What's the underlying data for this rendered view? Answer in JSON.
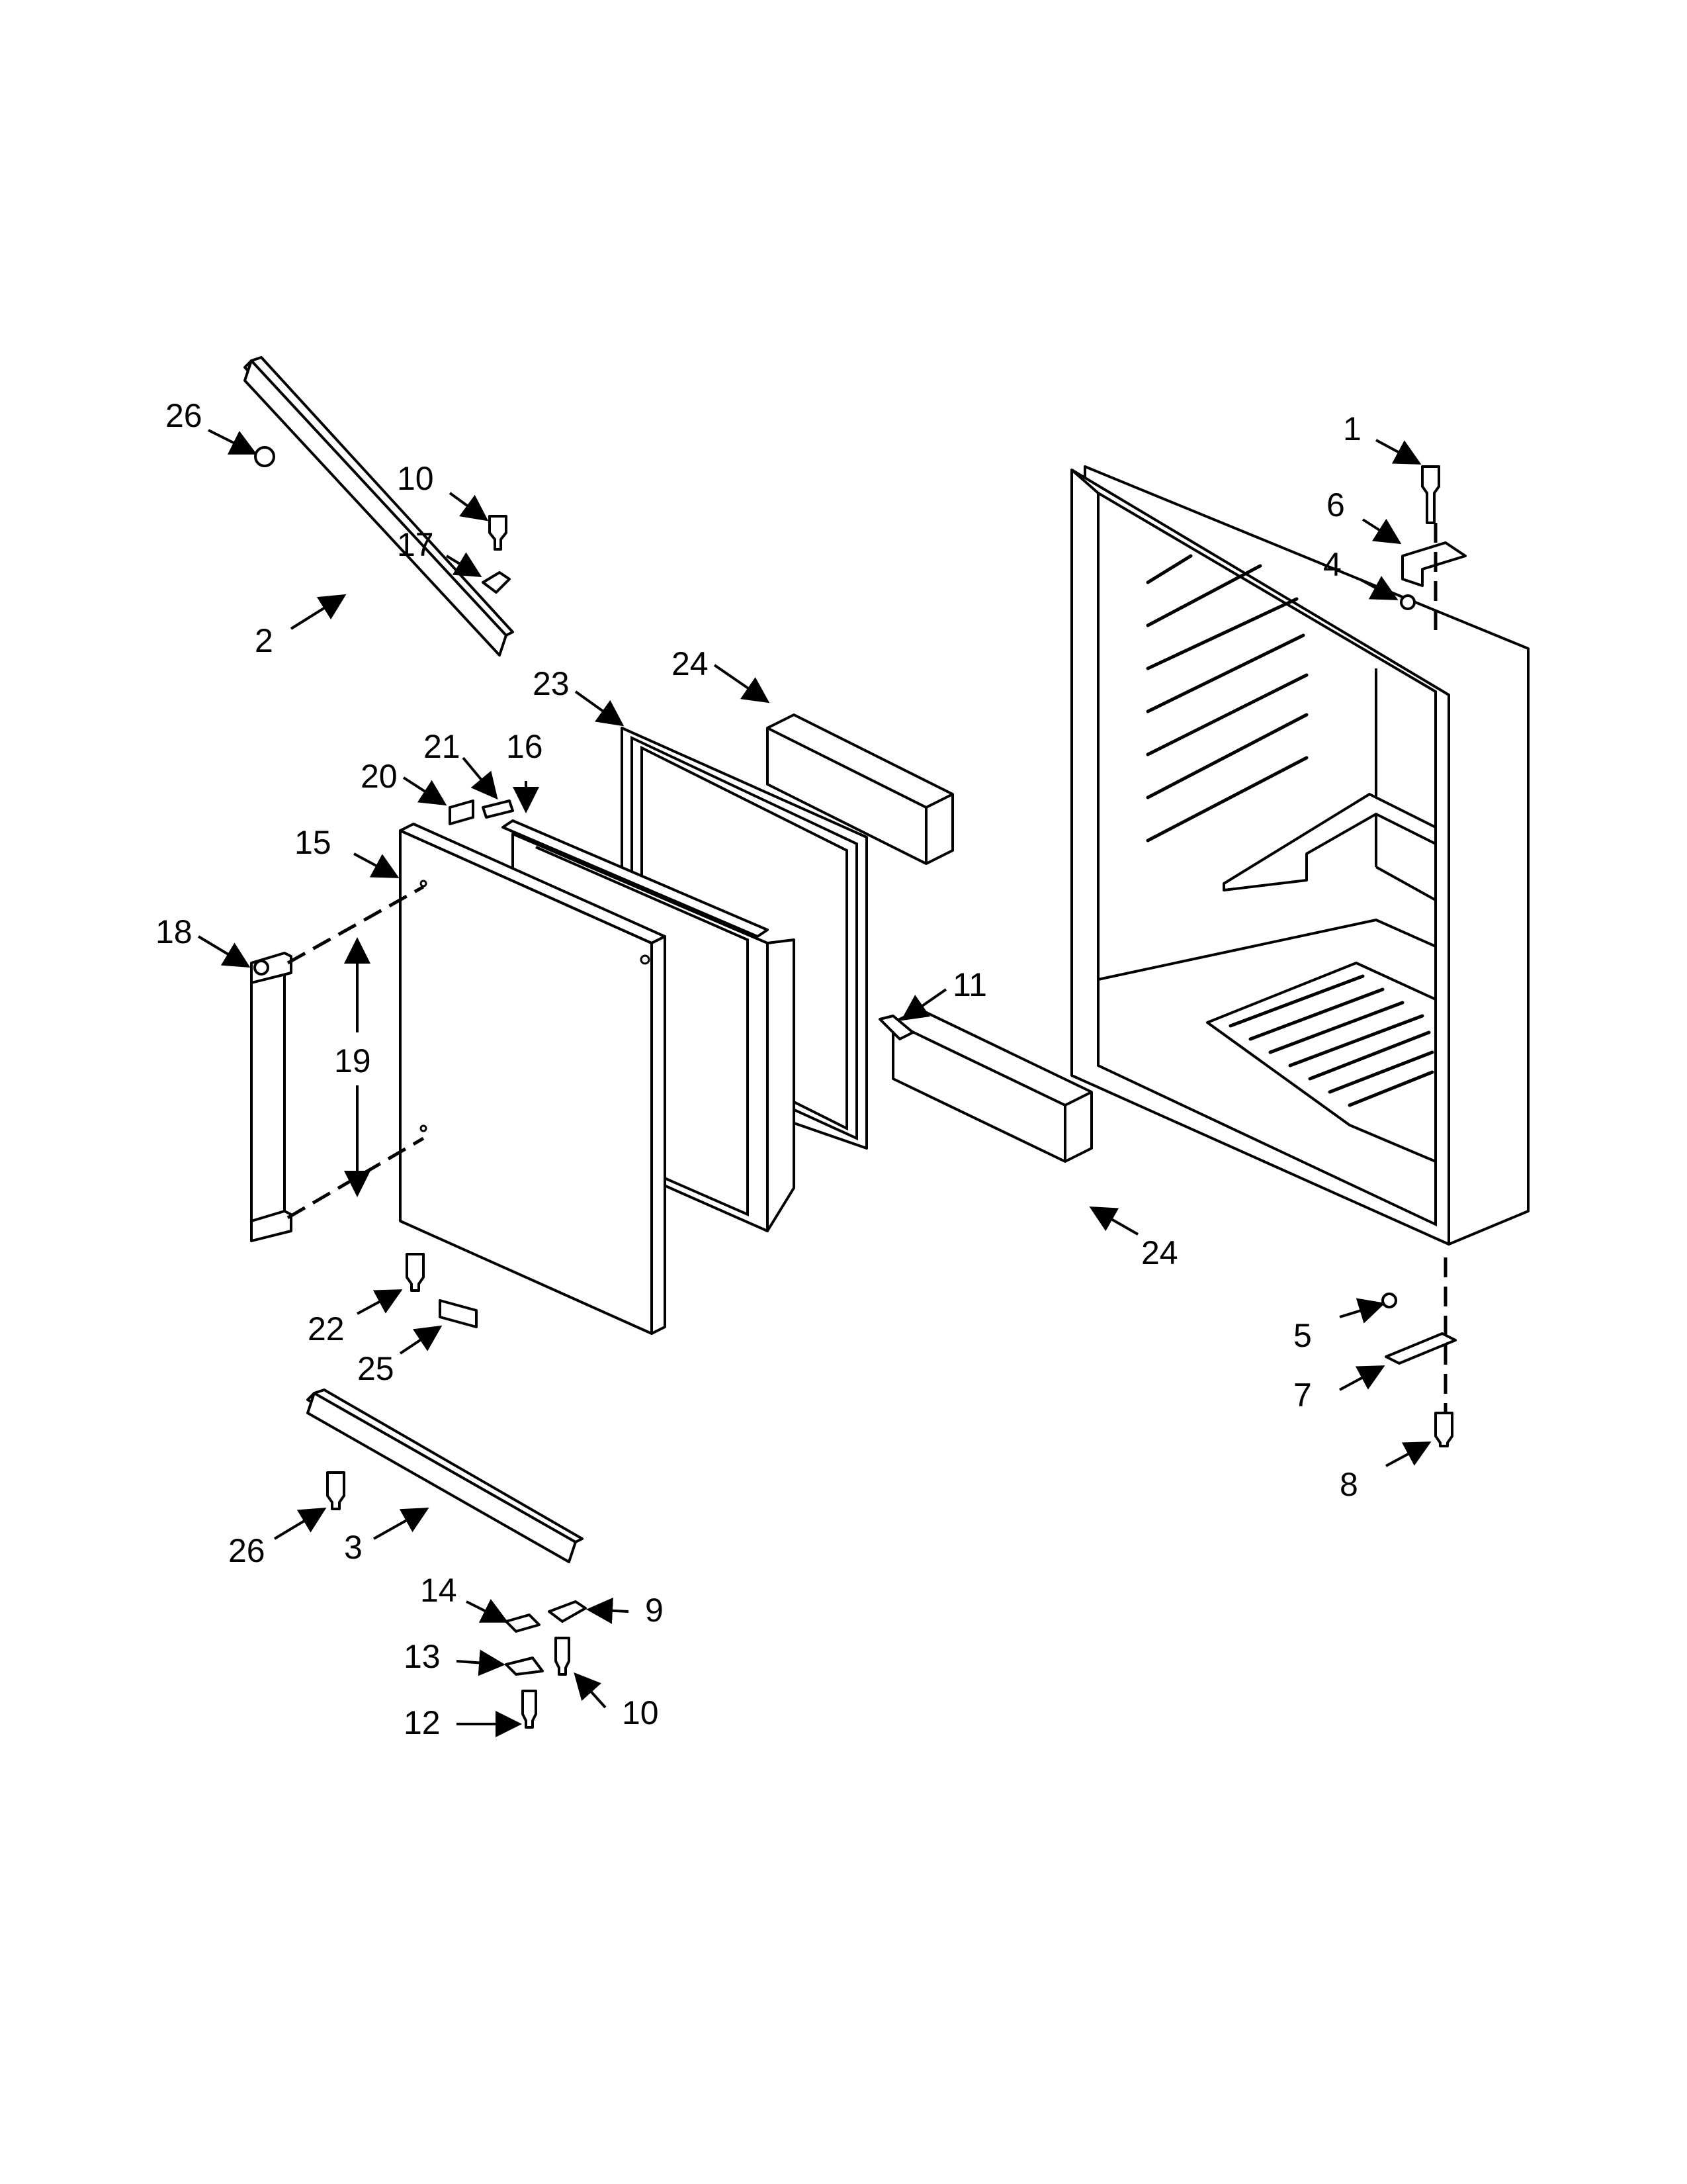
{
  "callouts": [
    {
      "id": "c26a",
      "label": "26"
    },
    {
      "id": "c10a",
      "label": "10"
    },
    {
      "id": "c17",
      "label": "17"
    },
    {
      "id": "c2",
      "label": "2"
    },
    {
      "id": "c1",
      "label": "1"
    },
    {
      "id": "c6",
      "label": "6"
    },
    {
      "id": "c4",
      "label": "4"
    },
    {
      "id": "c23",
      "label": "23"
    },
    {
      "id": "c24a",
      "label": "24"
    },
    {
      "id": "c21",
      "label": "21"
    },
    {
      "id": "c16",
      "label": "16"
    },
    {
      "id": "c20",
      "label": "20"
    },
    {
      "id": "c15",
      "label": "15"
    },
    {
      "id": "c18",
      "label": "18"
    },
    {
      "id": "c19",
      "label": "19"
    },
    {
      "id": "c11",
      "label": "11"
    },
    {
      "id": "c24b",
      "label": "24"
    },
    {
      "id": "c22",
      "label": "22"
    },
    {
      "id": "c25",
      "label": "25"
    },
    {
      "id": "c5",
      "label": "5"
    },
    {
      "id": "c7",
      "label": "7"
    },
    {
      "id": "c8",
      "label": "8"
    },
    {
      "id": "c26b",
      "label": "26"
    },
    {
      "id": "c3",
      "label": "3"
    },
    {
      "id": "c14",
      "label": "14"
    },
    {
      "id": "c9",
      "label": "9"
    },
    {
      "id": "c13",
      "label": "13"
    },
    {
      "id": "c10b",
      "label": "10"
    },
    {
      "id": "c12",
      "label": "12"
    }
  ]
}
